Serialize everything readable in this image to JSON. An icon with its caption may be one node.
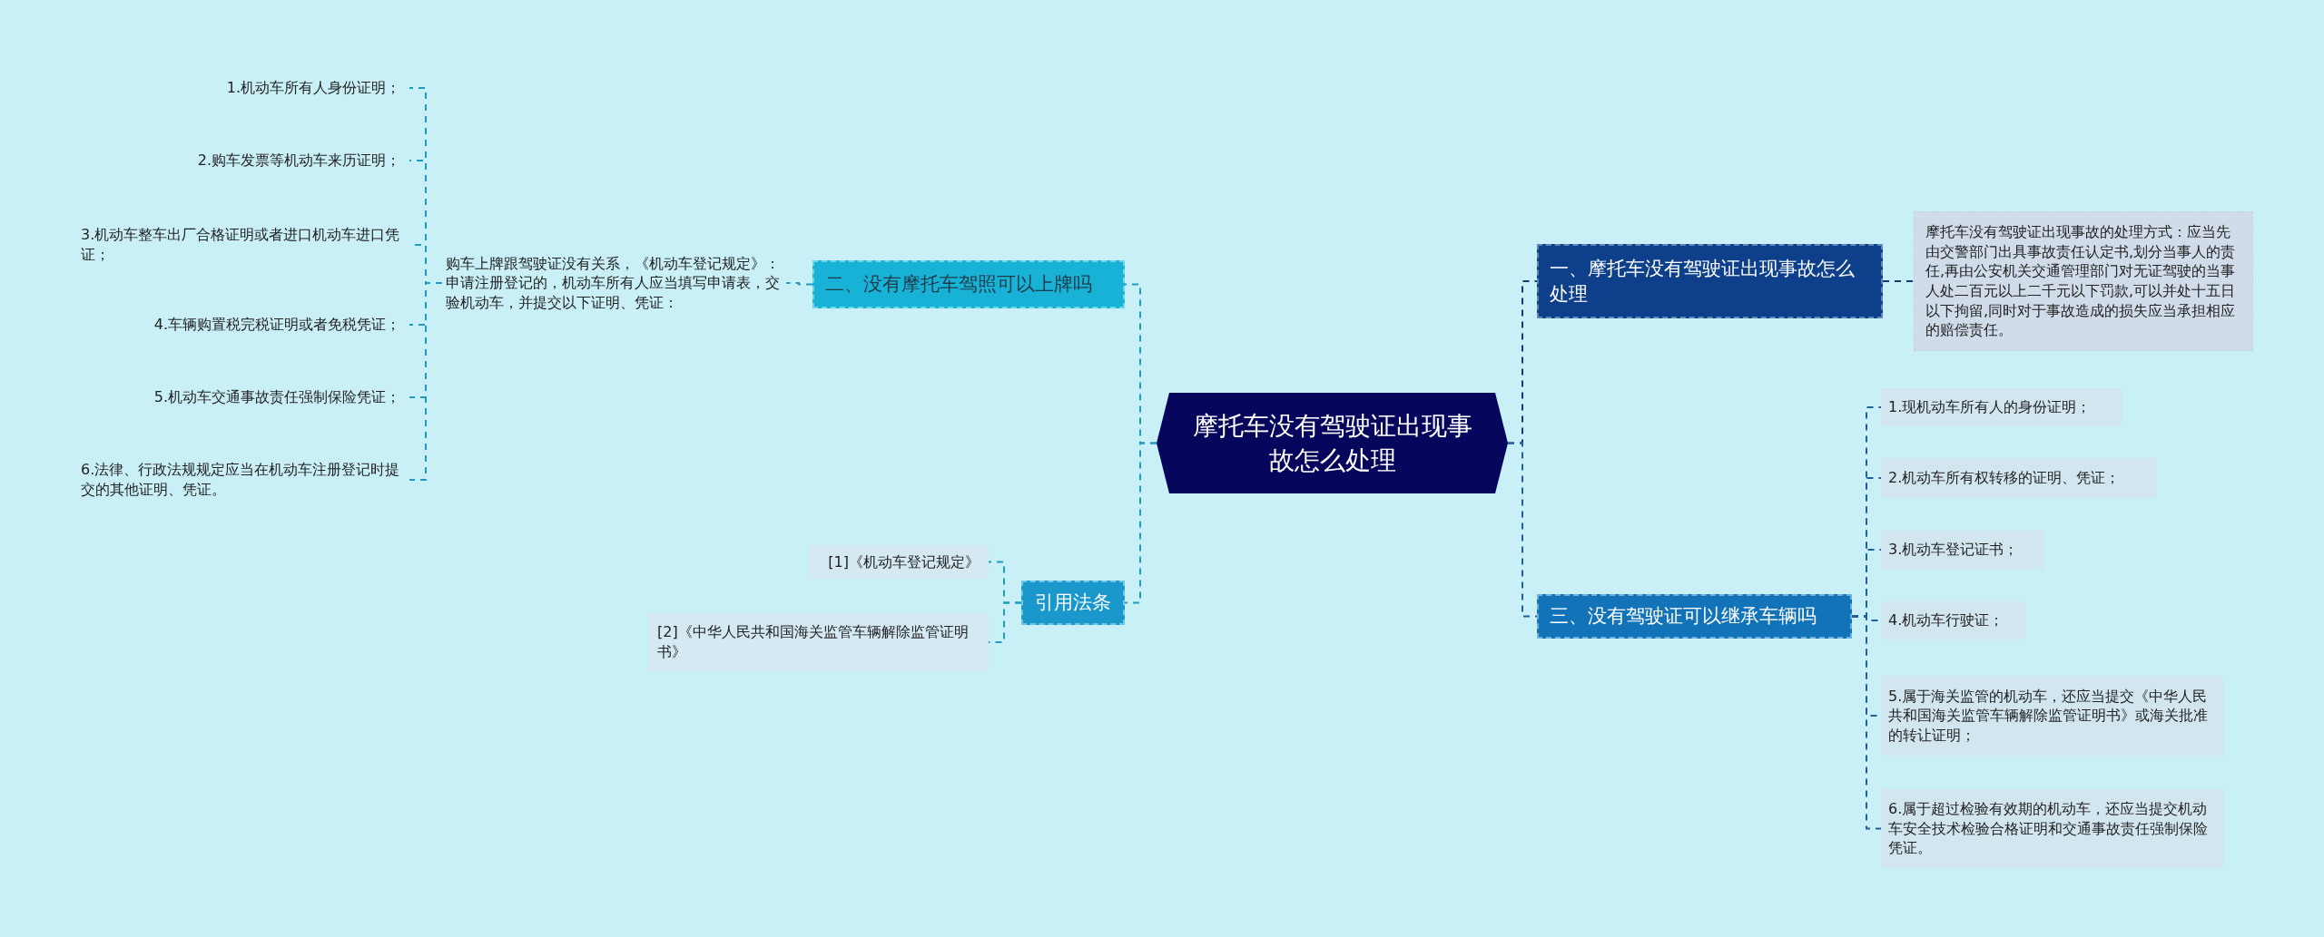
{
  "diagram": {
    "nodes": [
      {
        "text": [
          "摩托车没有驾驶证出现事故怎么处理"
        ]
      },
      {
        "text": [
          "一、摩托车没有驾驶证出现事故怎么处理"
        ]
      },
      {
        "text": [
          "摩托车没有驾驶证出现事故的处理方式：应当先由交警部门出具事故责任认定书,划分当事人的责任,再由公安机关交通管理部门对无证驾驶的当事人处二百元以上二千元以下罚款,可以并处十五日以下拘留,同时对于事故造成的损失应当承担相应的赔偿责任。"
        ]
      },
      {
        "text": [
          "三、没有驾驶证可以继承车辆吗"
        ]
      },
      {
        "text": [
          "1.现机动车所有人的身份证明；"
        ]
      },
      {
        "text": [
          "2.机动车所有权转移的证明、凭证；"
        ]
      },
      {
        "text": [
          "3.机动车登记证书；"
        ]
      },
      {
        "text": [
          "4.机动车行驶证；"
        ]
      },
      {
        "text": [
          "5.属于海关监管的机动车，还应当提交《中华人民共和国海关监管车辆解除监管证明书》或海关批准的转让证明；"
        ]
      },
      {
        "text": [
          "6.属于超过检验有效期的机动车，还应当提交机动车安全技术检验合格证明和交通事故责任强制保险凭证。"
        ]
      },
      {
        "text": [
          "二、没有摩托车驾照可以上牌吗"
        ]
      },
      {
        "text": [
          "购车上牌跟驾驶证没有关系，《机动车登记规定》：申请注册登记的，机动车所有人应当填写申请表，交验机动车，并提交以下证明、凭证："
        ]
      },
      {
        "text": [
          "1.机动车所有人身份证明；"
        ]
      },
      {
        "text": [
          "2.购车发票等机动车来历证明；"
        ]
      },
      {
        "text": [
          "3.机动车整车出厂合格证明或者进口机动车进口凭证；"
        ]
      },
      {
        "text": [
          "4.车辆购置税完税证明或者免税凭证；"
        ]
      },
      {
        "text": [
          "5.机动车交通事故责任强制保险凭证；"
        ]
      },
      {
        "text": [
          "6.法律、行政法规规定应当在机动车注册登记时提交的其他证明、凭证。"
        ]
      },
      {
        "text": [
          "引用法条"
        ]
      },
      {
        "text": [
          "[1]《机动车登记规定》"
        ]
      },
      {
        "text": [
          "[2]《中华人民共和国海关监管车辆解除监管证明书》"
        ]
      }
    ],
    "edges": [
      {
        "from": 0,
        "to": 1,
        "arrow": "none",
        "style": "dashed",
        "color": "#123a78"
      },
      {
        "from": 1,
        "to": 2,
        "arrow": "none",
        "style": "dashed",
        "color": "#123a78"
      },
      {
        "from": 0,
        "to": 3,
        "arrow": "none",
        "style": "dashed",
        "color": "#1f5f9c"
      },
      {
        "from": 3,
        "to": 4,
        "arrow": "none",
        "style": "dashed",
        "color": "#1f5f9c"
      },
      {
        "from": 3,
        "to": 5,
        "arrow": "none",
        "style": "dashed",
        "color": "#1f5f9c"
      },
      {
        "from": 3,
        "to": 6,
        "arrow": "none",
        "style": "dashed",
        "color": "#1f5f9c"
      },
      {
        "from": 3,
        "to": 7,
        "arrow": "none",
        "style": "dashed",
        "color": "#1f5f9c"
      },
      {
        "from": 3,
        "to": 8,
        "arrow": "none",
        "style": "dashed",
        "color": "#1f5f9c"
      },
      {
        "from": 3,
        "to": 9,
        "arrow": "none",
        "style": "dashed",
        "color": "#1f5f9c"
      },
      {
        "from": 0,
        "to": 10,
        "arrow": "none",
        "style": "dashed"
      },
      {
        "from": 10,
        "to": 11,
        "arrow": "none",
        "style": "dashed"
      },
      {
        "from": 11,
        "to": 12,
        "arrow": "none",
        "style": "dashed"
      },
      {
        "from": 11,
        "to": 13,
        "arrow": "none",
        "style": "dashed"
      },
      {
        "from": 11,
        "to": 14,
        "arrow": "none",
        "style": "dashed"
      },
      {
        "from": 11,
        "to": 15,
        "arrow": "none",
        "style": "dashed"
      },
      {
        "from": 11,
        "to": 16,
        "arrow": "none",
        "style": "dashed"
      },
      {
        "from": 11,
        "to": 17,
        "arrow": "none",
        "style": "dashed"
      },
      {
        "from": 0,
        "to": 18,
        "arrow": "none",
        "style": "dashed"
      },
      {
        "from": 18,
        "to": 19,
        "arrow": "none",
        "style": "dashed"
      },
      {
        "from": 18,
        "to": 20,
        "arrow": "none",
        "style": "dashed"
      }
    ]
  }
}
